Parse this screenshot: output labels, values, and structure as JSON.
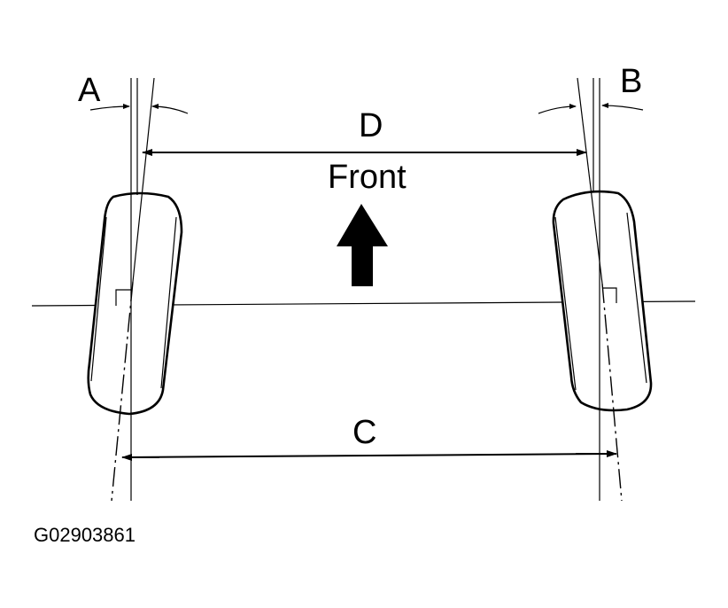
{
  "labels": {
    "a": "A",
    "b": "B",
    "c": "C",
    "d": "D",
    "front": "Front",
    "figure_code": "G02903861"
  }
}
